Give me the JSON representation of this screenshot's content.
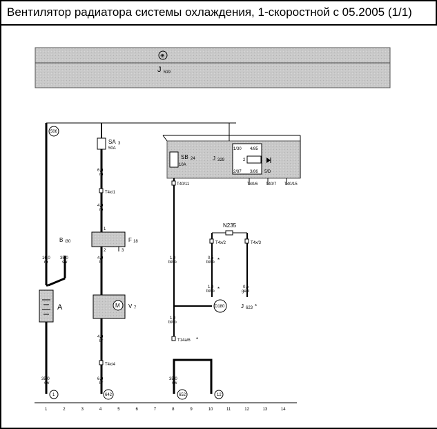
{
  "title": "Вентилятор радиатора системы охлаждения, 1-скоростной с 05.2005 (1/1)",
  "control_unit": {
    "label_main": "J",
    "label_sub": "519",
    "symbol": "⊕"
  },
  "relay_box": {
    "fuse": {
      "name": "SB",
      "sub": "24",
      "rating": "10A",
      "pin": "T40/11"
    },
    "relay": {
      "name": "J",
      "sub": "329",
      "pins": [
        "1/30",
        "4/85",
        "2/87",
        "3/86",
        "2",
        "5/D"
      ]
    },
    "connectors": [
      "T40/6",
      "T40/7",
      "T40/15"
    ]
  },
  "components": {
    "battery": {
      "label": "A"
    },
    "fuse_sa3": {
      "name": "SA",
      "sub": "3",
      "rating": "50A"
    },
    "switch_f18": {
      "name": "F",
      "sub": "18",
      "pins": [
        "1",
        "2",
        "3"
      ]
    },
    "fan_v7": {
      "name": "V",
      "sub": "7"
    },
    "resistor_n235": {
      "name": "N235"
    },
    "unit_j623": {
      "name": "J",
      "sub": "623",
      "mark": "*"
    },
    "ground_b30": {
      "name": "B",
      "sub": "/30"
    }
  },
  "connectors": {
    "t4x1": "T4x/1",
    "t4x2": "T4x/2",
    "t4x3": "T4x/3",
    "t4x4": "T4x/4",
    "t14a6": "T14a/6",
    "t14a6_mark": "*"
  },
  "wires": {
    "w_16": {
      "size": "16,0",
      "color": "ro"
    },
    "w_35b": {
      "size": "35,0",
      "color": "sw"
    },
    "w_6_ro": {
      "size": "6,0",
      "color": "ro"
    },
    "w_4_ro": {
      "size": "4,0",
      "color": "ro"
    },
    "w_4_bl": {
      "size": "4,0",
      "color": "bl"
    },
    "w_4_br": {
      "size": "4,0",
      "color": "br"
    },
    "w_6_br": {
      "size": "6,0",
      "color": "br"
    },
    "w_35_sw1": {
      "size": "35,0",
      "color": "sw"
    },
    "w_1_bl_ro": {
      "size": "1,0",
      "color": "bl/ro"
    },
    "w_05_bl_ro": {
      "size": "0,5",
      "color": "bl/ro",
      "mark": "*"
    },
    "w_1_bl_ro2": {
      "size": "1,0",
      "color": "bl/ro",
      "mark": "*"
    },
    "w_05_ge_li": {
      "size": "0,5",
      "color": "ge/li"
    },
    "w_1_bl_ro3": {
      "size": "1,0",
      "color": "bl/ro"
    },
    "w_35_sw2": {
      "size": "35,0",
      "color": "sw"
    }
  },
  "circle_refs": {
    "top": "506",
    "bot1": "1",
    "bot2": "642",
    "bot3": "652",
    "bot4": "12",
    "d180": "D180"
  },
  "tracks": [
    "1",
    "2",
    "3",
    "4",
    "5",
    "6",
    "7",
    "8",
    "9",
    "10",
    "11",
    "12",
    "13",
    "14"
  ]
}
